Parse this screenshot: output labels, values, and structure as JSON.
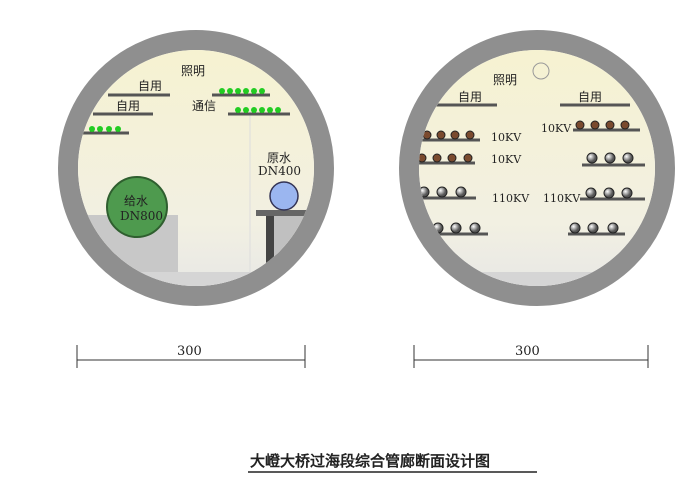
{
  "left": {
    "labels": {
      "lighting": "照明",
      "self_use_1": "自用",
      "self_use_2": "自用",
      "telecom": "通信",
      "supply_water": "给水",
      "supply_dn": "DN800",
      "raw_water": "原水",
      "raw_dn": "DN400"
    },
    "dimension": "300"
  },
  "right": {
    "labels": {
      "lighting": "照明",
      "self_use_left": "自用",
      "self_use_right": "自用",
      "kv10_a": "10KV",
      "kv10_b": "10KV",
      "kv10_c": "10KV",
      "kv110_a": "110KV",
      "kv110_b": "110KV"
    },
    "dimension": "300"
  },
  "title": "大嶝大桥过海段综合管廊断面设计图",
  "colors": {
    "ring": "#8c8c8c",
    "interior": "#f4f1d6",
    "supply_pipe": "#4e9a4e",
    "raw_pipe": "#9bb6f0",
    "telecom_cable": "#22cc22",
    "cable_10kv": "#7a4a2e"
  }
}
